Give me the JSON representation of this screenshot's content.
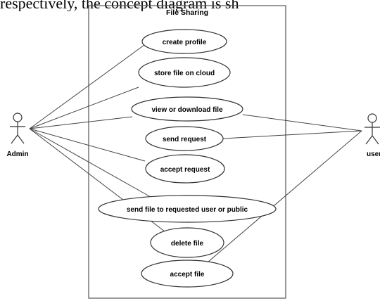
{
  "caption_fragment": "respectively, the concept diagram is sh",
  "system": {
    "title": "File Sharing"
  },
  "actors": [
    {
      "id": "admin",
      "label": "Admin"
    },
    {
      "id": "user",
      "label": "user"
    }
  ],
  "use_cases": [
    {
      "id": "uc1",
      "label": "create profile"
    },
    {
      "id": "uc2",
      "label": "store file on cloud"
    },
    {
      "id": "uc3",
      "label": "view or download file"
    },
    {
      "id": "uc4",
      "label": "send request"
    },
    {
      "id": "uc5",
      "label": "accept request"
    },
    {
      "id": "uc6",
      "label": "send file to requested user or public"
    },
    {
      "id": "uc7",
      "label": "delete file"
    },
    {
      "id": "uc8",
      "label": "accept file"
    }
  ],
  "associations": [
    {
      "actor": "admin",
      "use_case": "uc1"
    },
    {
      "actor": "admin",
      "use_case": "uc2"
    },
    {
      "actor": "admin",
      "use_case": "uc3"
    },
    {
      "actor": "admin",
      "use_case": "uc5"
    },
    {
      "actor": "admin",
      "use_case": "uc6"
    },
    {
      "actor": "admin",
      "use_case": "uc7"
    },
    {
      "actor": "user",
      "use_case": "uc3"
    },
    {
      "actor": "user",
      "use_case": "uc4"
    },
    {
      "actor": "user",
      "use_case": "uc8"
    }
  ]
}
